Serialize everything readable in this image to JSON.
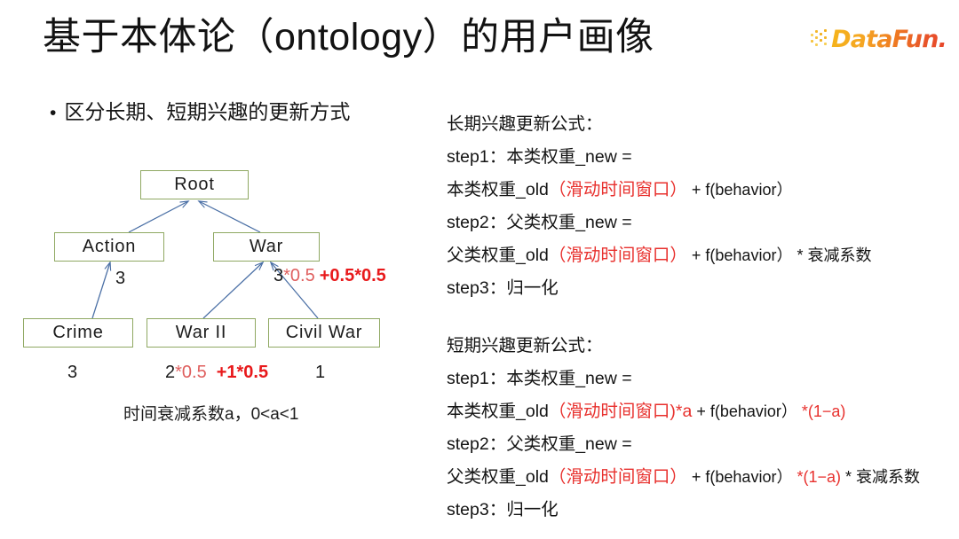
{
  "slide": {
    "title": "基于本体论（ontology）的用户画像",
    "bullet_marker": "•",
    "bullet": "区分长期、短期兴趣的更新方式"
  },
  "logo": {
    "wordmark": "DataFun.",
    "icon": "datafun-dots-icon",
    "colors": {
      "start": "#f5b41b",
      "end": "#e8452a"
    }
  },
  "tree": {
    "caption": "时间衰减系数a，0<a<1",
    "border_color": "#8fa862",
    "arrow_color": "#4a6fa5",
    "nodes": [
      {
        "id": "root",
        "label": "Root"
      },
      {
        "id": "action",
        "label": "Action"
      },
      {
        "id": "war",
        "label": "War"
      },
      {
        "id": "crime",
        "label": "Crime"
      },
      {
        "id": "war2",
        "label": "War  II"
      },
      {
        "id": "civilwar",
        "label": "Civil  War"
      }
    ],
    "annotations": {
      "action_edge": {
        "black": "3"
      },
      "war_edge": {
        "black": "3",
        "soft_red": "*0.5",
        "hard_red": "+0.5*0.5"
      },
      "crime_value": {
        "black": "3"
      },
      "war2_value": {
        "black": "2",
        "soft_red": "*0.5",
        "hard_red": "+1*0.5"
      },
      "civilwar_value": {
        "black": "1"
      }
    }
  },
  "formulas": {
    "long_term": {
      "heading": "长期兴趣更新公式：",
      "step1_label": "step1：本类权重_new  =",
      "step1_body_pre": "本类权重_old",
      "step1_body_red": "（滑动时间窗口）",
      "step1_body_post": " +  f(behavior）",
      "step2_label": "step2：父类权重_new  =",
      "step2_body_pre": "父类权重_old",
      "step2_body_red": "（滑动时间窗口）",
      "step2_body_post": " +  f(behavior） *  衰减系数",
      "step3": "step3：归一化"
    },
    "short_term": {
      "heading": "短期兴趣更新公式：",
      "step1_label": "step1：本类权重_new  =",
      "step1_body_pre": "本类权重_old",
      "step1_body_red": "（滑动时间窗口)*a",
      "step1_body_mid": "  +  f(behavior）",
      "step1_body_red2": " *(1−a)",
      "step2_label": "step2：父类权重_new  =",
      "step2_body_pre": "父类权重_old",
      "step2_body_red": "（滑动时间窗口）",
      "step2_body_mid": " +  f(behavior）",
      "step2_body_red2": " *(1−a)",
      "step2_body_post": " *  衰减系数",
      "step3": "step3：归一化"
    }
  }
}
